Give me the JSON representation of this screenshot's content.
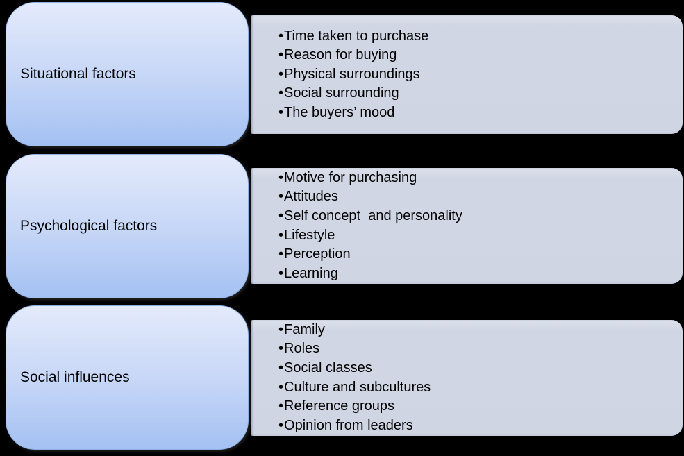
{
  "background": "#000000",
  "colors": {
    "panel_gradient_top": "#e3eafb",
    "panel_gradient_bottom": "#a4c1f2",
    "panel_border": "#8fafe2",
    "list_background": "#cfd5e3",
    "text": "#000000"
  },
  "bullet": "•",
  "rows": [
    {
      "label": "Situational factors",
      "items": [
        "Time taken to purchase",
        "Reason for buying",
        "Physical surroundings",
        "Social surrounding",
        "The buyers’ mood"
      ]
    },
    {
      "label": "Psychological factors",
      "items": [
        "Motive for purchasing",
        "Attitudes",
        "Self concept  and personality",
        "Lifestyle",
        "Perception",
        "Learning"
      ]
    },
    {
      "label": "Social influences",
      "items": [
        "Family",
        "Roles",
        "Social classes",
        "Culture and subcultures",
        "Reference groups",
        "Opinion from leaders"
      ]
    }
  ]
}
